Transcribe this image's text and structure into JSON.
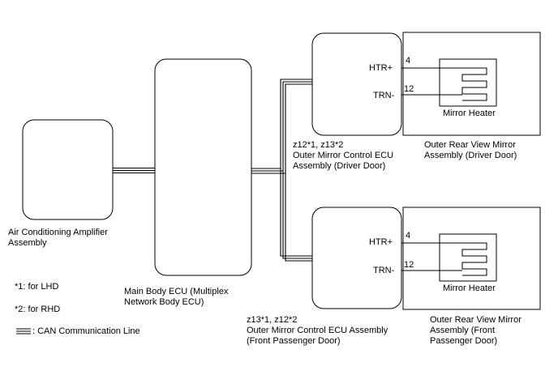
{
  "components": {
    "ac_amplifier": {
      "label_line1": "Air Conditioning Amplifier",
      "label_line2": "Assembly"
    },
    "main_body_ecu": {
      "label_line1": "Main Body ECU (Multiplex",
      "label_line2": "Network Body ECU)"
    },
    "driver_mirror_ecu": {
      "code": "z12*1, z13*2",
      "label_line1": "Outer Mirror Control ECU",
      "label_line2": "Assembly (Driver Door)",
      "signal_htr": "HTR+",
      "signal_trn": "TRN-"
    },
    "passenger_mirror_ecu": {
      "code": "z13*1, z12*2",
      "label_line1": "Outer Mirror Control ECU Assembly",
      "label_line2": "(Front Passenger Door)",
      "signal_htr": "HTR+",
      "signal_trn": "TRN-"
    },
    "driver_mirror_assembly": {
      "label_line1": "Outer Rear View Mirror",
      "label_line2": "Assembly (Driver Door)",
      "pin_htr": "4",
      "pin_trn": "12",
      "heater_label": "Mirror Heater"
    },
    "passenger_mirror_assembly": {
      "label_line1": "Outer Rear View Mirror",
      "label_line2": "Assembly (Front",
      "label_line3": "Passenger Door)",
      "pin_htr": "4",
      "pin_trn": "12",
      "heater_label": "Mirror Heater"
    }
  },
  "legend": {
    "note1": "*1: for LHD",
    "note2": "*2: for RHD",
    "can_line": ": CAN Communication Line"
  }
}
